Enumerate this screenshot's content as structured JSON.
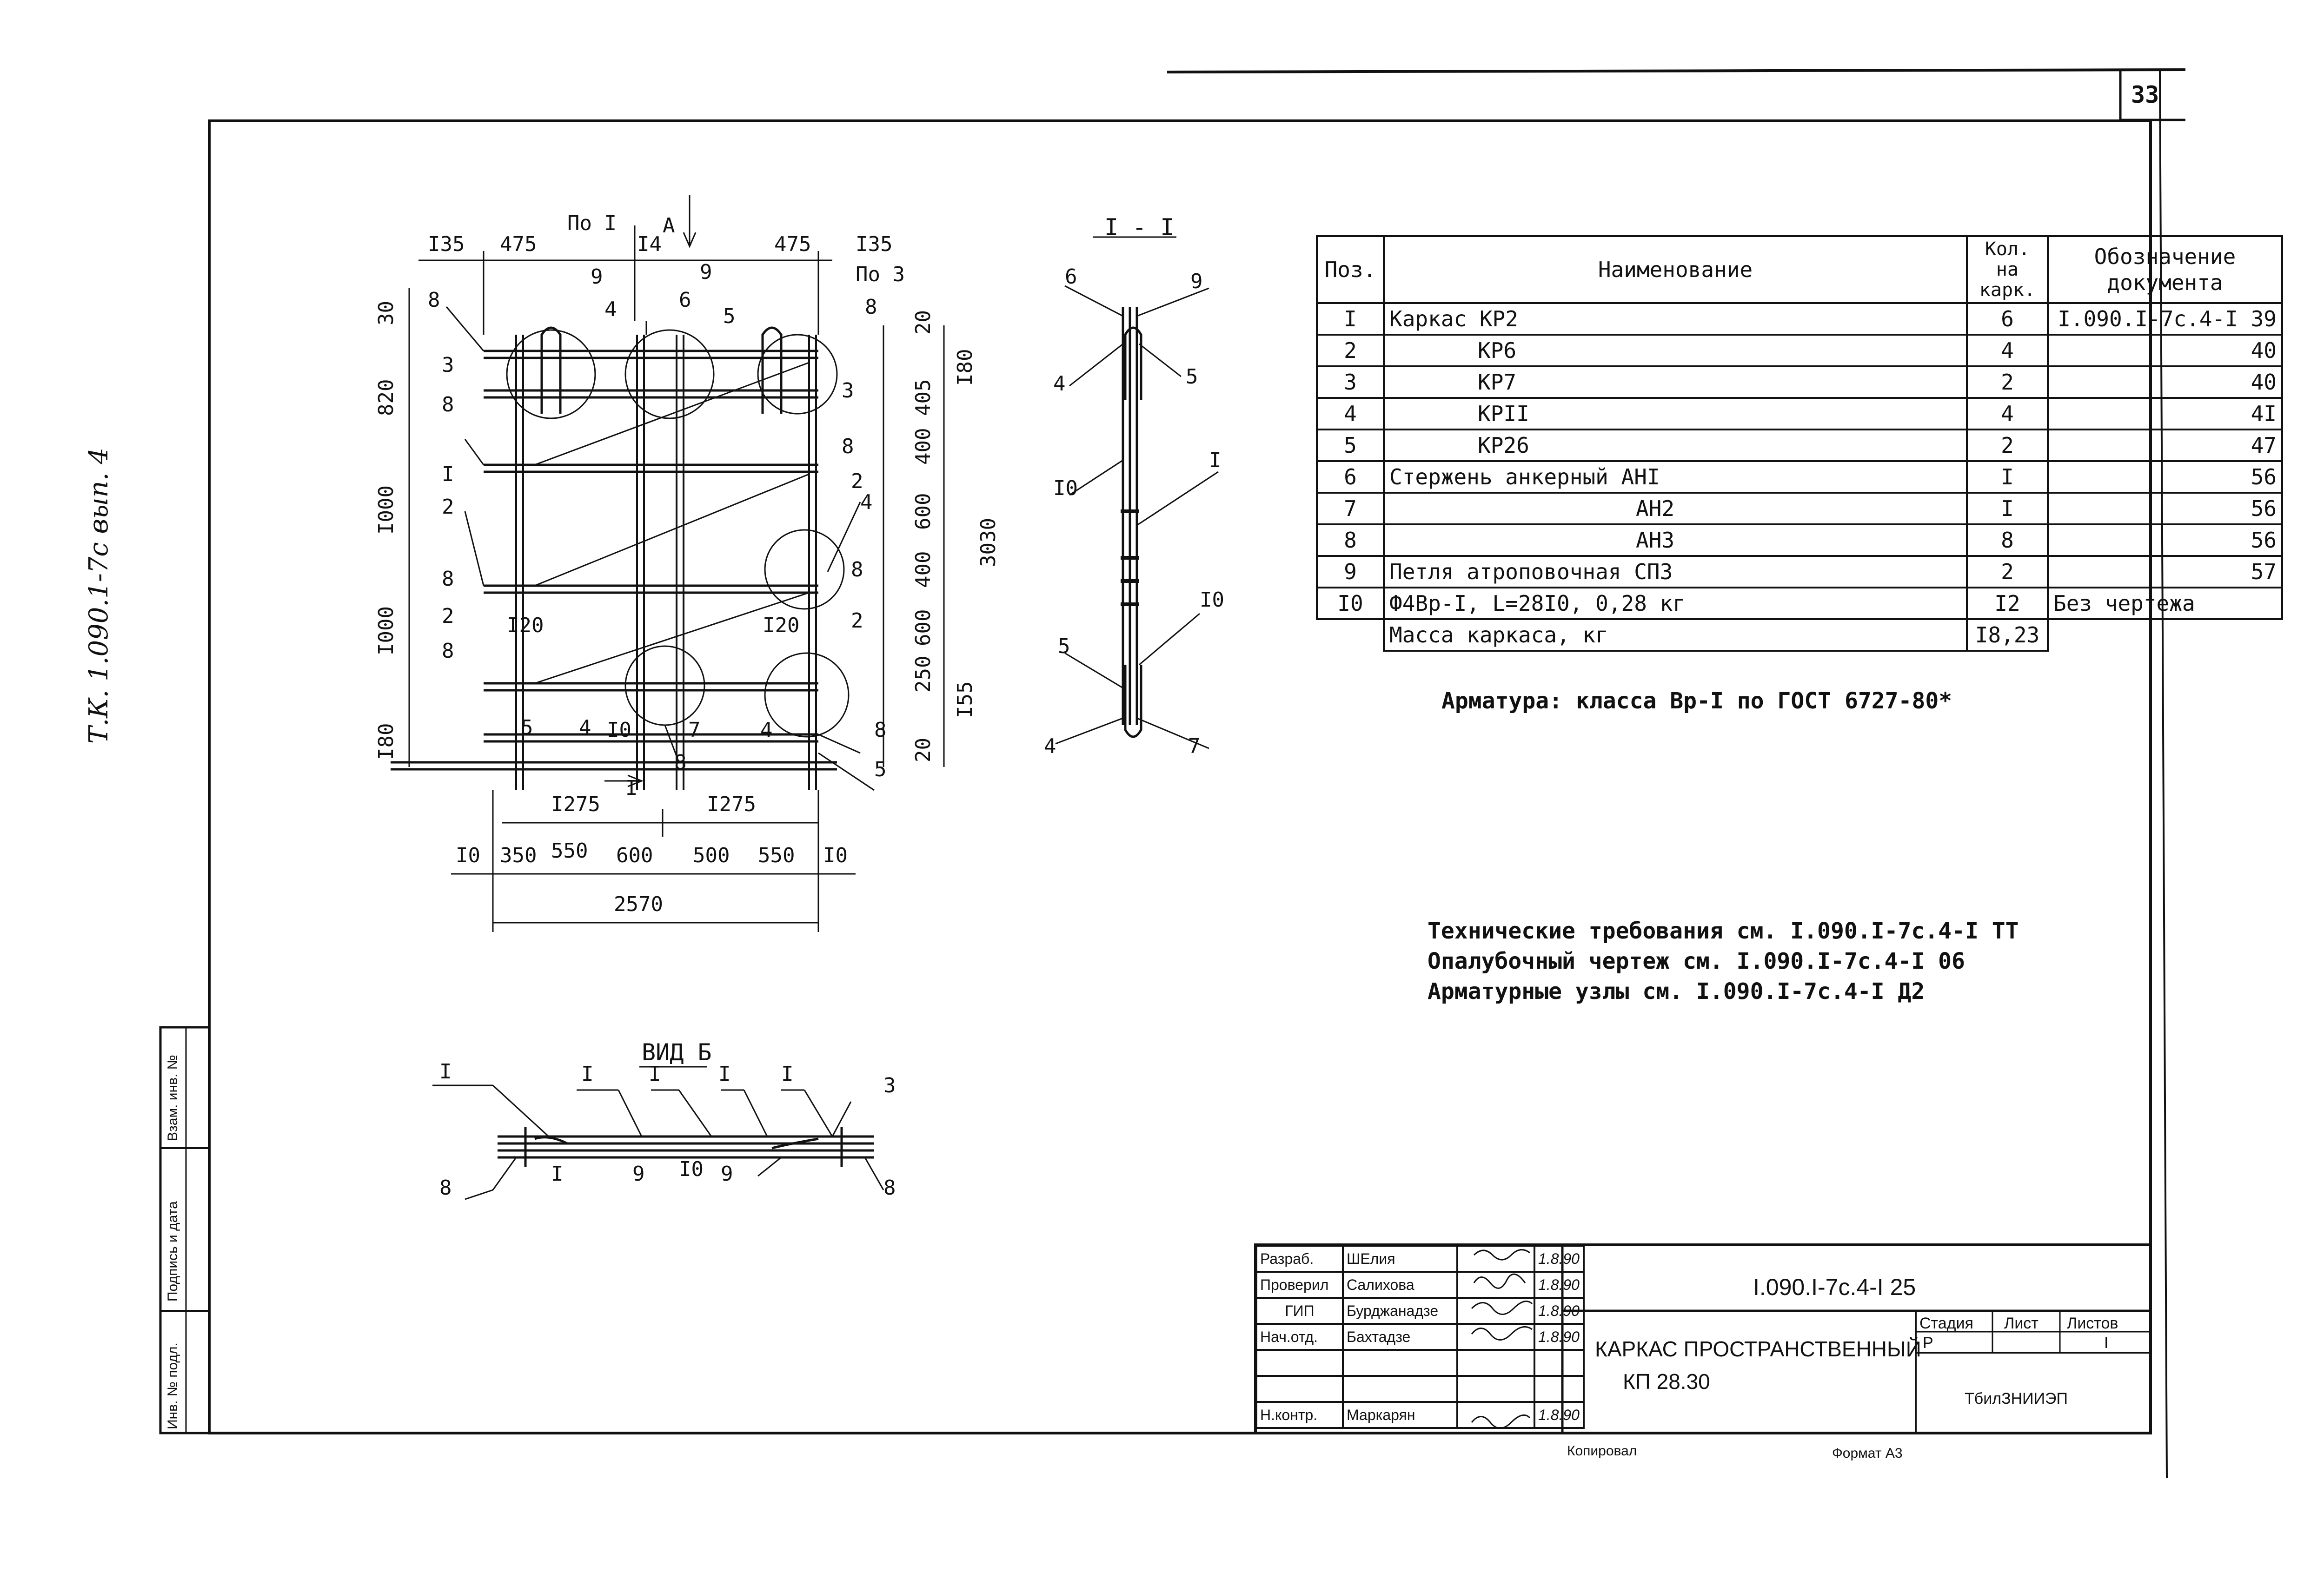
{
  "sheet": {
    "page_number": "33",
    "side_label": "Т.К. 1.090.1-7с  вып. 4",
    "side_stamp": [
      "Инв. № подл.",
      "Подпись и дата",
      "Взам. инв. №"
    ],
    "footer_left": "Копировал",
    "footer_right": "Формат А3"
  },
  "plan": {
    "top_dims": [
      "I35",
      "475",
      "475",
      "I35"
    ],
    "callouts_top": [
      "По I",
      "I4",
      "A",
      "По 3"
    ],
    "marks": [
      "8",
      "9",
      "6",
      "9",
      "5",
      "8",
      "3",
      "3",
      "8",
      "8",
      "I",
      "2",
      "8",
      "2",
      "8",
      "2",
      "4",
      "8",
      "I20",
      "I20",
      "5",
      "4",
      "I0",
      "7",
      "4",
      "8",
      "5",
      "8",
      "4",
      "2"
    ],
    "left_dims": [
      "30",
      "820",
      "I000",
      "I000",
      "I80"
    ],
    "right_dims": [
      "20",
      "405",
      "400",
      "600",
      "400",
      "600",
      "250",
      "20",
      "I80",
      "3030",
      "I55"
    ],
    "bottom_dims_1": [
      "I275",
      "I275"
    ],
    "bottom_dims_2": [
      "I0",
      "350",
      "550",
      "600",
      "500",
      "550",
      "I0"
    ],
    "overall": "2570",
    "section_mark": "I"
  },
  "section": {
    "title": "I - I",
    "marks": [
      "6",
      "9",
      "4",
      "5",
      "I0",
      "I",
      "I0",
      "5",
      "4",
      "7"
    ]
  },
  "view_b": {
    "title": "ВИД Б",
    "marks": [
      "I",
      "I",
      "I",
      "I",
      "I",
      "3",
      "8",
      "I",
      "9",
      "I0",
      "9",
      "8"
    ]
  },
  "spec": {
    "headers": [
      "Поз.",
      "Наименование",
      "Кол. на карк.",
      "Обозначение документа"
    ],
    "rows": [
      {
        "pos": "I",
        "name": "Каркас КР2",
        "qty": "6",
        "doc": "I.090.I-7с.4-I 39"
      },
      {
        "pos": "2",
        "name": "КР6",
        "qty": "4",
        "doc": "40"
      },
      {
        "pos": "3",
        "name": "КР7",
        "qty": "2",
        "doc": "40"
      },
      {
        "pos": "4",
        "name": "КРII",
        "qty": "4",
        "doc": "4I"
      },
      {
        "pos": "5",
        "name": "КР26",
        "qty": "2",
        "doc": "47"
      },
      {
        "pos": "6",
        "name": "Стержень анкерный АНI",
        "qty": "I",
        "doc": "56"
      },
      {
        "pos": "7",
        "name": "АН2",
        "qty": "I",
        "doc": "56"
      },
      {
        "pos": "8",
        "name": "АН3",
        "qty": "8",
        "doc": "56"
      },
      {
        "pos": "9",
        "name": "Петля атроповочная СП3",
        "qty": "2",
        "doc": "57"
      },
      {
        "pos": "I0",
        "name": "Ф4Вр-I, L=28I0, 0,28 кг",
        "qty": "I2",
        "doc": "Без чертежа"
      },
      {
        "pos": "",
        "name": "Масса каркаса, кг",
        "qty": "I8,23",
        "doc": ""
      }
    ],
    "footnote": "Арматура: класса Вр-I по ГОСТ 6727-80*"
  },
  "notes": [
    "Технические требования см. I.090.I-7с.4-I ТТ",
    "Опалубочный чертеж см. I.090.I-7с.4-I 06",
    "Арматурные узлы см. I.090.I-7с.4-I Д2"
  ],
  "title_block": {
    "roles": [
      {
        "role": "Разраб.",
        "name": "ШЕлия",
        "date": "1.8.90"
      },
      {
        "role": "Проверил",
        "name": "Салихова",
        "date": "1.8.90"
      },
      {
        "role": "ГИП",
        "name": "Бурджанадзе",
        "date": "1.8.90"
      },
      {
        "role": "Нач.отд.",
        "name": "Бахтадзе",
        "date": "1.8.90"
      },
      {
        "role": "",
        "name": "",
        "date": ""
      },
      {
        "role": "",
        "name": "",
        "date": ""
      },
      {
        "role": "Н.контр.",
        "name": "Маркарян",
        "date": "1.8.90"
      }
    ],
    "code": "I.090.I-7с.4-I 25",
    "title_line1": "КАРКАС ПРОСТРАНСТВЕННЫЙ",
    "title_line2": "КП 28.30",
    "stage_header": "Стадия",
    "sheet_header": "Лист",
    "sheets_header": "Листов",
    "stage": "Р",
    "sheet": "",
    "sheets": "I",
    "org": "ТбилЗНИИЭП"
  }
}
